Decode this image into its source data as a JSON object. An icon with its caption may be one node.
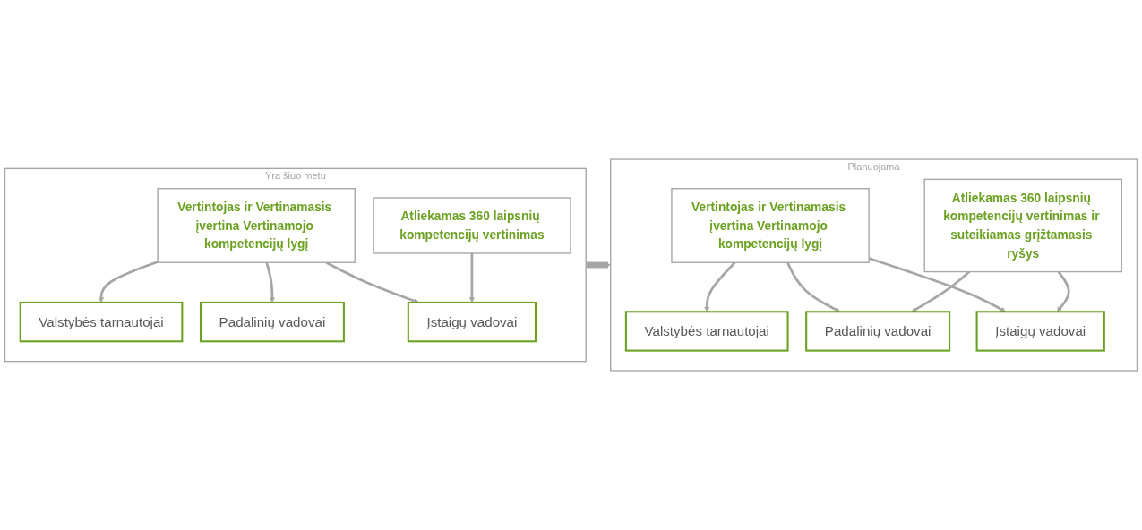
{
  "diagram": {
    "nodes": [
      {
        "text": [
          "Yra šiuo metu"
        ]
      },
      {
        "text": [
          "Vertintojas ir Vertinamasis įvertina Vertinamojo kompetencijų lygį"
        ],
        "in": 0
      },
      {
        "text": [
          "Valstybės tarnautojai"
        ],
        "in": 0
      },
      {
        "text": [
          "Padalinių vadovai"
        ],
        "in": 0
      },
      {
        "text": [
          "Įstaigų vadovai"
        ],
        "in": 0
      },
      {
        "text": [
          "Atliekamas 360 laipsnių kompetencijų vertinimas"
        ],
        "in": 0
      },
      {
        "text": [
          "Planuojama"
        ]
      },
      {
        "text": [
          "Vertintojas ir Vertinamasis įvertina Vertinamojo kompetencijų lygį"
        ],
        "in": 6
      },
      {
        "text": [
          "Valstybės tarnautojai"
        ],
        "in": 6
      },
      {
        "text": [
          "Padalinių vadovai"
        ],
        "in": 6
      },
      {
        "text": [
          "Įstaigų vadovai"
        ],
        "in": 6
      },
      {
        "text": [
          "Atliekamas 360 laipsnių kompetencijų vertinimas ir suteikiamas grįžtamasis ryšys"
        ],
        "in": 6
      }
    ],
    "edges": [
      {
        "from": 1,
        "to": 2,
        "arrow": "to"
      },
      {
        "from": 1,
        "to": 3,
        "arrow": "to"
      },
      {
        "from": 1,
        "to": 4,
        "arrow": "to"
      },
      {
        "from": 5,
        "to": 4,
        "arrow": "to"
      },
      {
        "from": 0,
        "to": 6,
        "arrow": "to",
        "style": "thick"
      },
      {
        "from": 7,
        "to": 8,
        "arrow": "to"
      },
      {
        "from": 7,
        "to": 9,
        "arrow": "to"
      },
      {
        "from": 7,
        "to": 10,
        "arrow": "to"
      },
      {
        "from": 11,
        "to": 9,
        "arrow": "to"
      },
      {
        "from": 11,
        "to": 10,
        "arrow": "to"
      }
    ]
  }
}
